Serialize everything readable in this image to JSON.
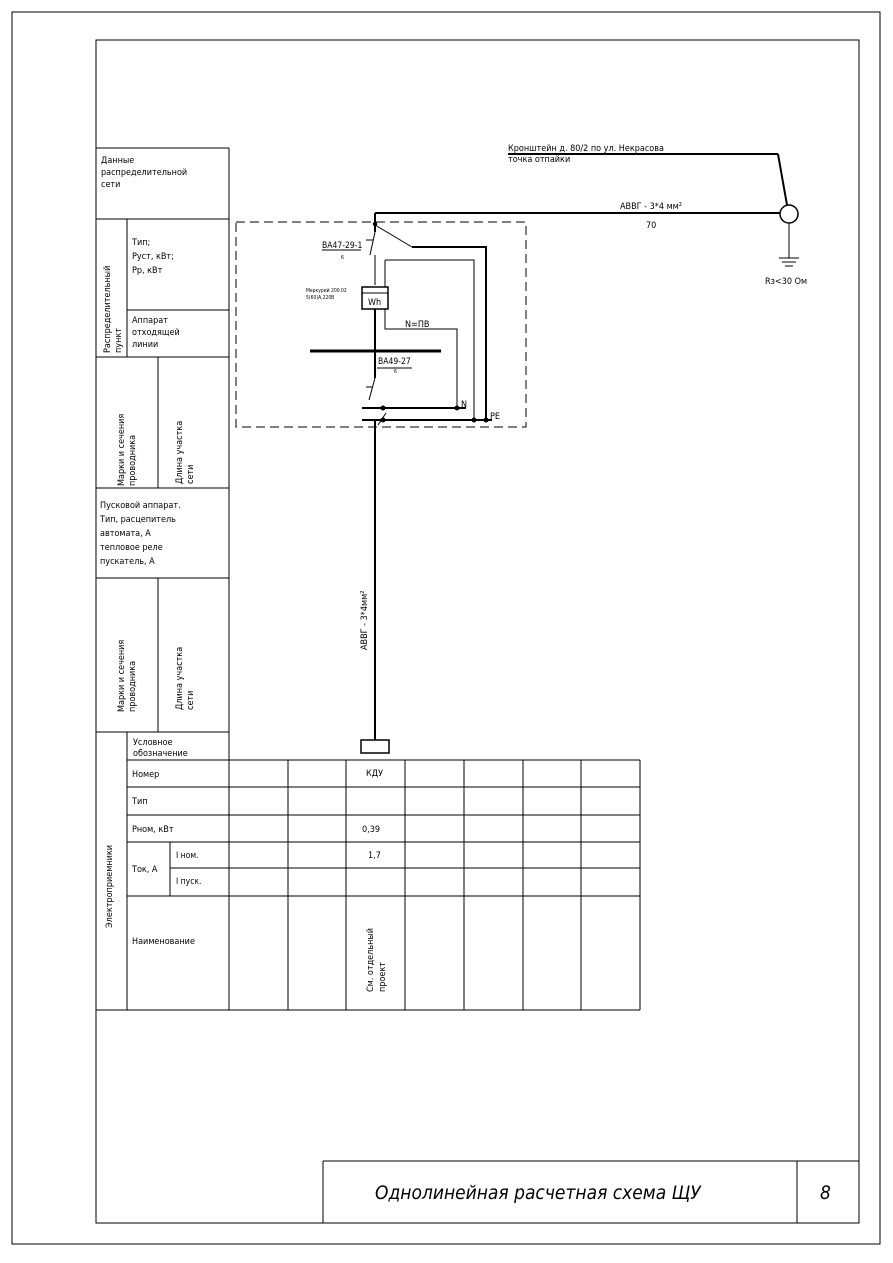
{
  "left_column": {
    "network_data": "Данные распределительной сети",
    "distribution_point": "Распределительный пункт",
    "type_power": [
      "Тип;",
      "Руст, кВт;",
      "Рр, кВт"
    ],
    "outgoing_device": "Аппарат отходящей линии",
    "wire_brand_section": "Марки и сечения проводника",
    "network_length": "Длина участка сети",
    "starter": "Пусковой аппарат. Тип, расцепитель автомата, А тепловое реле пускатель, А",
    "wire_brand_section_2": "Марки и сечения проводника",
    "network_length_2": "Длина участка сети",
    "receivers": "Электроприемники",
    "symbol": "Условное обозначение"
  },
  "schema": {
    "bracket_label": "Кронштейн д. 80/2 по ул. Некрасова",
    "tap_point": "точка отпайки",
    "input_cable": "АВВГ - 3*4 мм²",
    "input_length": "70",
    "earthing": "Rз<30 Ом",
    "breaker_in": "ВА47-29-1",
    "breaker_in_rating": "6",
    "meter_model": "Меркурий 200.02",
    "meter_spec": "5(60)А,220В",
    "meter_symbol": "Wh",
    "n_pe": "N=ПВ",
    "breaker_out": "ВА49-27",
    "breaker_out_rating": "6",
    "n_bus": "N",
    "pe_bus": "PE",
    "output_cable": "АВВГ - 3*4мм²"
  },
  "table": {
    "row_labels": {
      "number": "Номер",
      "type": "Тип",
      "pnom": "Рном, кВт",
      "current": "Ток, А",
      "inom": "I ном.",
      "istart": "I пуск.",
      "name": "Наименование"
    },
    "consumer": {
      "number": "КДУ",
      "pnom": "0,39",
      "inom": "1,7",
      "name": "См. отдельный проект"
    }
  },
  "title_block": {
    "title": "Однолинейная расчетная схема ЩУ",
    "sheet": "8"
  }
}
